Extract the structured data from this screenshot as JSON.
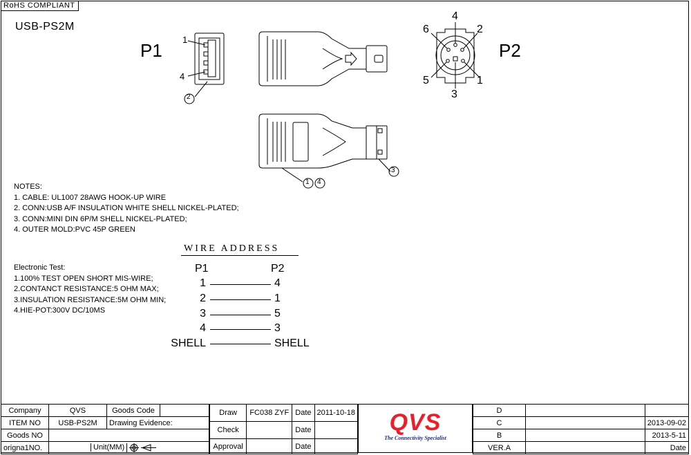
{
  "header": {
    "rohs": "RoHS COMPLIANT",
    "title": "USB-PS2M"
  },
  "drawing": {
    "p1_label": "P1",
    "p2_label": "P2",
    "p1_pins": {
      "top": "1",
      "bottom": "4",
      "callout": "2"
    },
    "p2_pins": {
      "top": "4",
      "top_left": "6",
      "top_right": "2",
      "bottom_left": "5",
      "bottom_right": "1",
      "bottom": "3"
    },
    "callouts": {
      "connector": "3",
      "mold": "1",
      "mold2": "4"
    }
  },
  "notes": {
    "heading": "NOTES:",
    "items": [
      "1. CABLE: UL1007 28AWG HOOK-UP WIRE",
      "2. CONN:USB A/F INSULATION WHITE  SHELL NICKEL-PLATED;",
      "3. CONN:MINI DIN 6P/M  SHELL NICKEL-PLATED;",
      "4. OUTER MOLD:PVC 45P GREEN"
    ]
  },
  "electronic_test": {
    "heading": "Electronic Test:",
    "items": [
      "1.100% TEST OPEN SHORT MIS-WIRE;",
      "2.CONTANCT RESISTANCE:5 OHM MAX;",
      "3.INSULATION RESISTANCE:5M OHM MIN;",
      "4.HIE-POT:300V DC/10MS"
    ]
  },
  "wire_address": {
    "title": "WIRE ADDRESS",
    "col_p1": "P1",
    "col_p2": "P2",
    "rows": [
      {
        "p1": "1",
        "p2": "4"
      },
      {
        "p1": "2",
        "p2": "1"
      },
      {
        "p1": "3",
        "p2": "5"
      },
      {
        "p1": "4",
        "p2": "3"
      },
      {
        "p1": "SHELL",
        "p2": "SHELL"
      }
    ]
  },
  "title_block": {
    "company_label": "Company",
    "company": "QVS",
    "goods_code_label": "Goods Code",
    "goods_code": "",
    "item_no_label": "ITEM NO",
    "item_no": "USB-PS2M",
    "drawing_evidence_label": "Drawing Evidence:",
    "goods_no_label": "Goods NO",
    "goods_no": "",
    "original_no_label": "origna1NO.",
    "unit_label": "Unit(MM)",
    "draw_label": "Draw",
    "draw_value": "FC038 ZYF",
    "draw_date_label": "Date",
    "draw_date": "2011-10-18",
    "check_label": "Check",
    "check_date_label": "Date",
    "approval_label": "Approval",
    "approval_date_label": "Date",
    "logo_text": "QVS",
    "logo_tagline": "The Connectivity Specialist",
    "logo_color": "#e8202a",
    "revisions": [
      {
        "rev": "D",
        "date": ""
      },
      {
        "rev": "C",
        "date": "2013-09-02"
      },
      {
        "rev": "B",
        "date": "2013-5-11"
      },
      {
        "rev": "VER.A",
        "date": "Date"
      }
    ]
  }
}
